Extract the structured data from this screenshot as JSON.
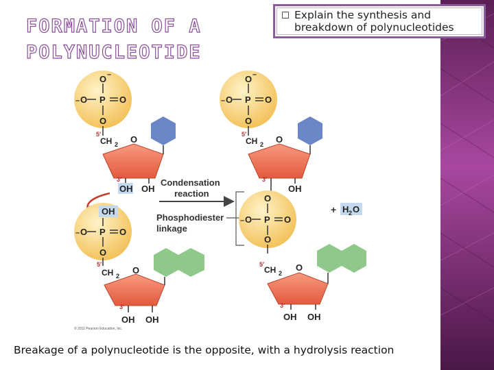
{
  "slide": {
    "title_lines": [
      "FORMATION OF A",
      "POLYNUCLEOTIDE"
    ],
    "bullet": "Explain the synthesis and breakdown of polynucleotides",
    "caption": "Breakage of a polynucleotide is the opposite, with a hydrolysis reaction",
    "theme_colors": {
      "accent": "#8a4b9a",
      "band": "#a23f9b",
      "phosphate": "#f5c96a",
      "sugar": "#f07a5c",
      "base_blue": "#6b86c6",
      "base_green": "#8fc98a",
      "label_box": "#c4d9ee"
    }
  },
  "diagram": {
    "atoms": {
      "O": "O",
      "O_minus": "O",
      "minus": "–",
      "P": "P",
      "CH2": "CH",
      "sub2": "2",
      "OH": "OH",
      "H2O_H": "H",
      "H2O_O": "O"
    },
    "carbons": {
      "five_prime": "5′",
      "three_prime": "3′"
    },
    "condensation_label": [
      "Condensation",
      "reaction"
    ],
    "linkage_label": [
      "Phosphodiester",
      "linkage"
    ],
    "plus": "+",
    "copyright": "© 2011 Pearson Education, Inc."
  }
}
